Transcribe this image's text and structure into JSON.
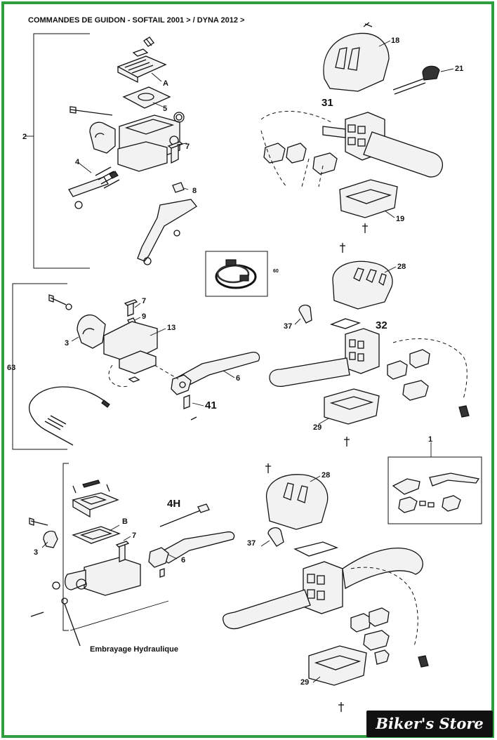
{
  "title": "COMMANDES DE GUIDON - SOFTAIL 2001 > / DYNA 2012 >",
  "caption": "Embrayage Hydraulique",
  "watermark": "Biker's Store",
  "frame_color": "#2e9e3e",
  "callouts": {
    "n18": "18",
    "n21": "21",
    "n31": "31",
    "nA": "A",
    "n5": "5",
    "n2": "2",
    "n7a": "7",
    "n4": "4",
    "n8": "8",
    "n19": "19",
    "n60": "60",
    "n7b": "7",
    "n9": "9",
    "n3a": "3",
    "n13": "13",
    "n63": "63",
    "n6a": "6",
    "n41": "41",
    "n28a": "28",
    "n37a": "37",
    "n32": "32",
    "n29a": "29",
    "n1": "1",
    "n4H": "4H",
    "nB": "B",
    "n3b": "3",
    "n7c": "7",
    "n6b": "6",
    "n28b": "28",
    "n37b": "37",
    "n29b": "29"
  }
}
